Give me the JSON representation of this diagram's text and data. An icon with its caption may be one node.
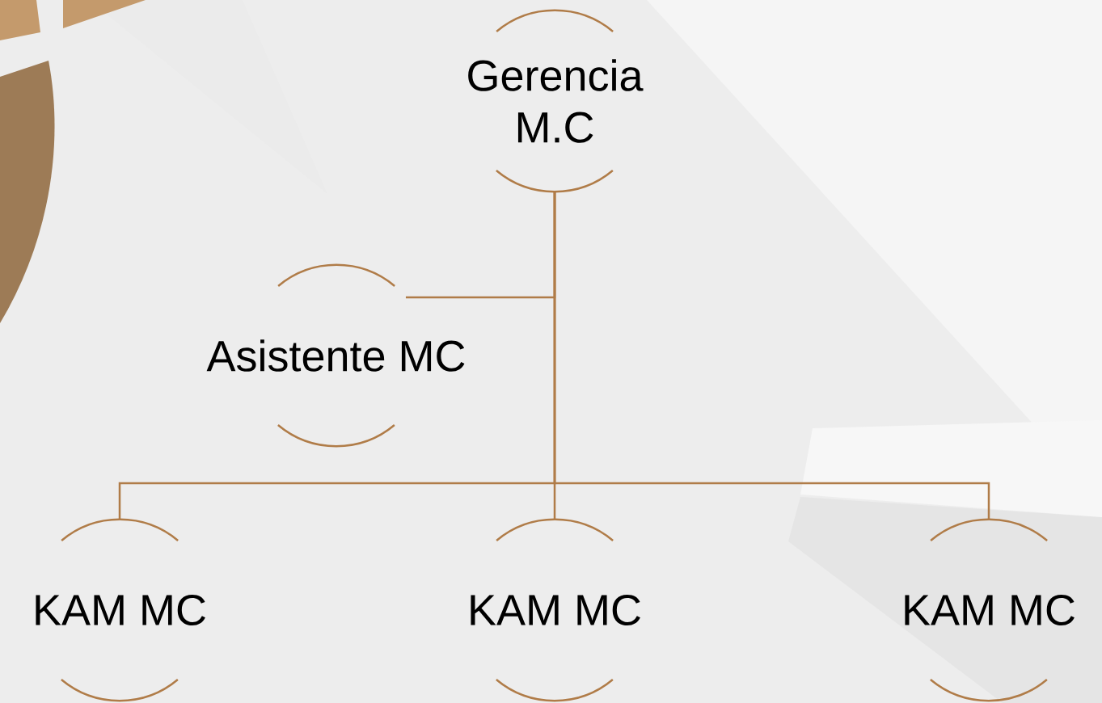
{
  "diagram": {
    "nodes": [
      {
        "text": [
          "Gerencia M.C"
        ]
      },
      {
        "text": [
          "Asistente MC"
        ]
      },
      {
        "text": [
          "KAM MC"
        ]
      },
      {
        "text": [
          "KAM MC"
        ]
      },
      {
        "text": [
          "KAM MC"
        ]
      }
    ],
    "edges": [
      {
        "from": 0,
        "to": 1,
        "arrow": "none"
      },
      {
        "from": 0,
        "to": 2,
        "arrow": "none"
      },
      {
        "from": 0,
        "to": 3,
        "arrow": "none"
      },
      {
        "from": 0,
        "to": 4,
        "arrow": "none"
      }
    ]
  }
}
